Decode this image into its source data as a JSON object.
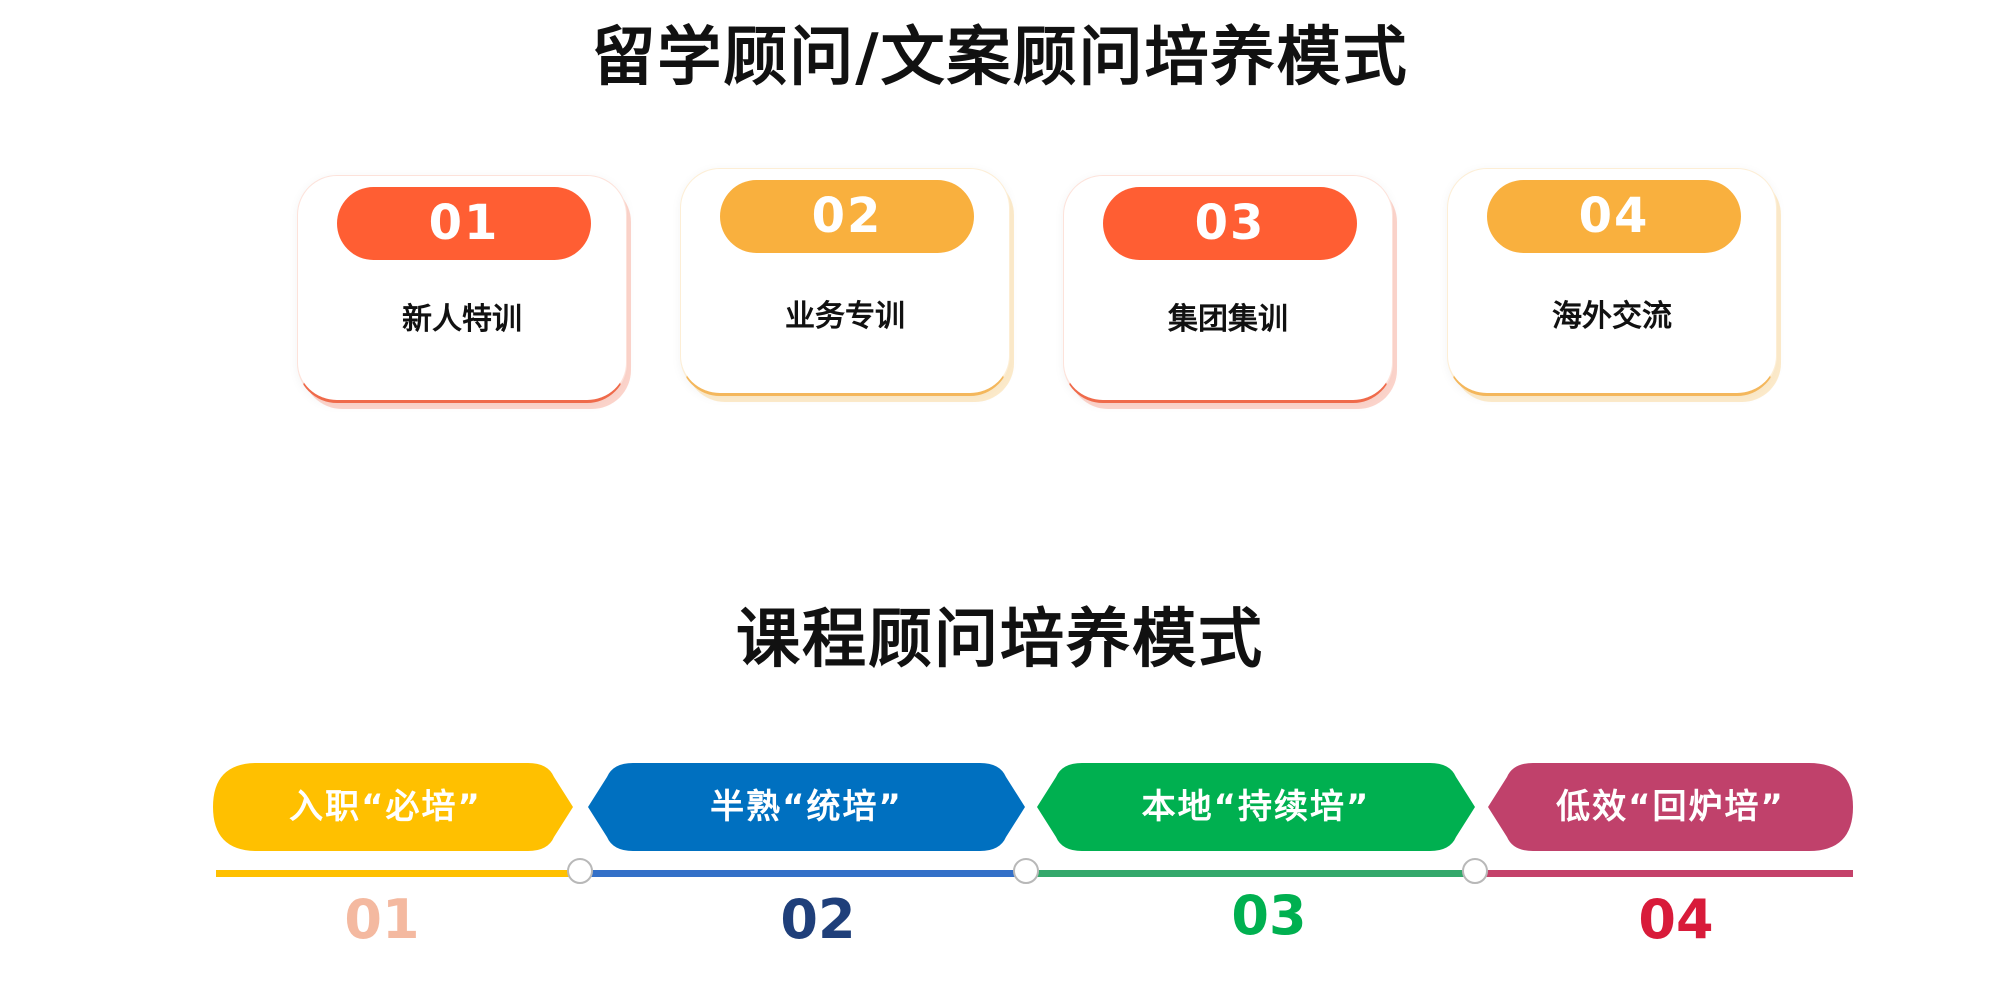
{
  "section1": {
    "title": "留学顾问/文案顾问培养模式",
    "cards": [
      {
        "number": "01",
        "label": "新人特训",
        "pill_color": "#FF5E33"
      },
      {
        "number": "02",
        "label": "业务专训",
        "pill_color": "#F9B03E"
      },
      {
        "number": "03",
        "label": "集团集训",
        "pill_color": "#FF5E33"
      },
      {
        "number": "04",
        "label": "海外交流",
        "pill_color": "#F9B03E"
      }
    ]
  },
  "section2": {
    "title": "课程顾问培养模式",
    "stages": [
      {
        "label": "入职“必培”",
        "number": "01",
        "color": "#FFC000",
        "number_color": "#F4B9A0"
      },
      {
        "label": "半熟“统培”",
        "number": "02",
        "color": "#0070C0",
        "number_color": "#1F3F7A"
      },
      {
        "label": "本地“持续培”",
        "number": "03",
        "color": "#00B050",
        "number_color": "#00B050"
      },
      {
        "label": "低效“回炉培”",
        "number": "04",
        "color": "#C0416B",
        "number_color": "#D81B3A"
      }
    ]
  }
}
